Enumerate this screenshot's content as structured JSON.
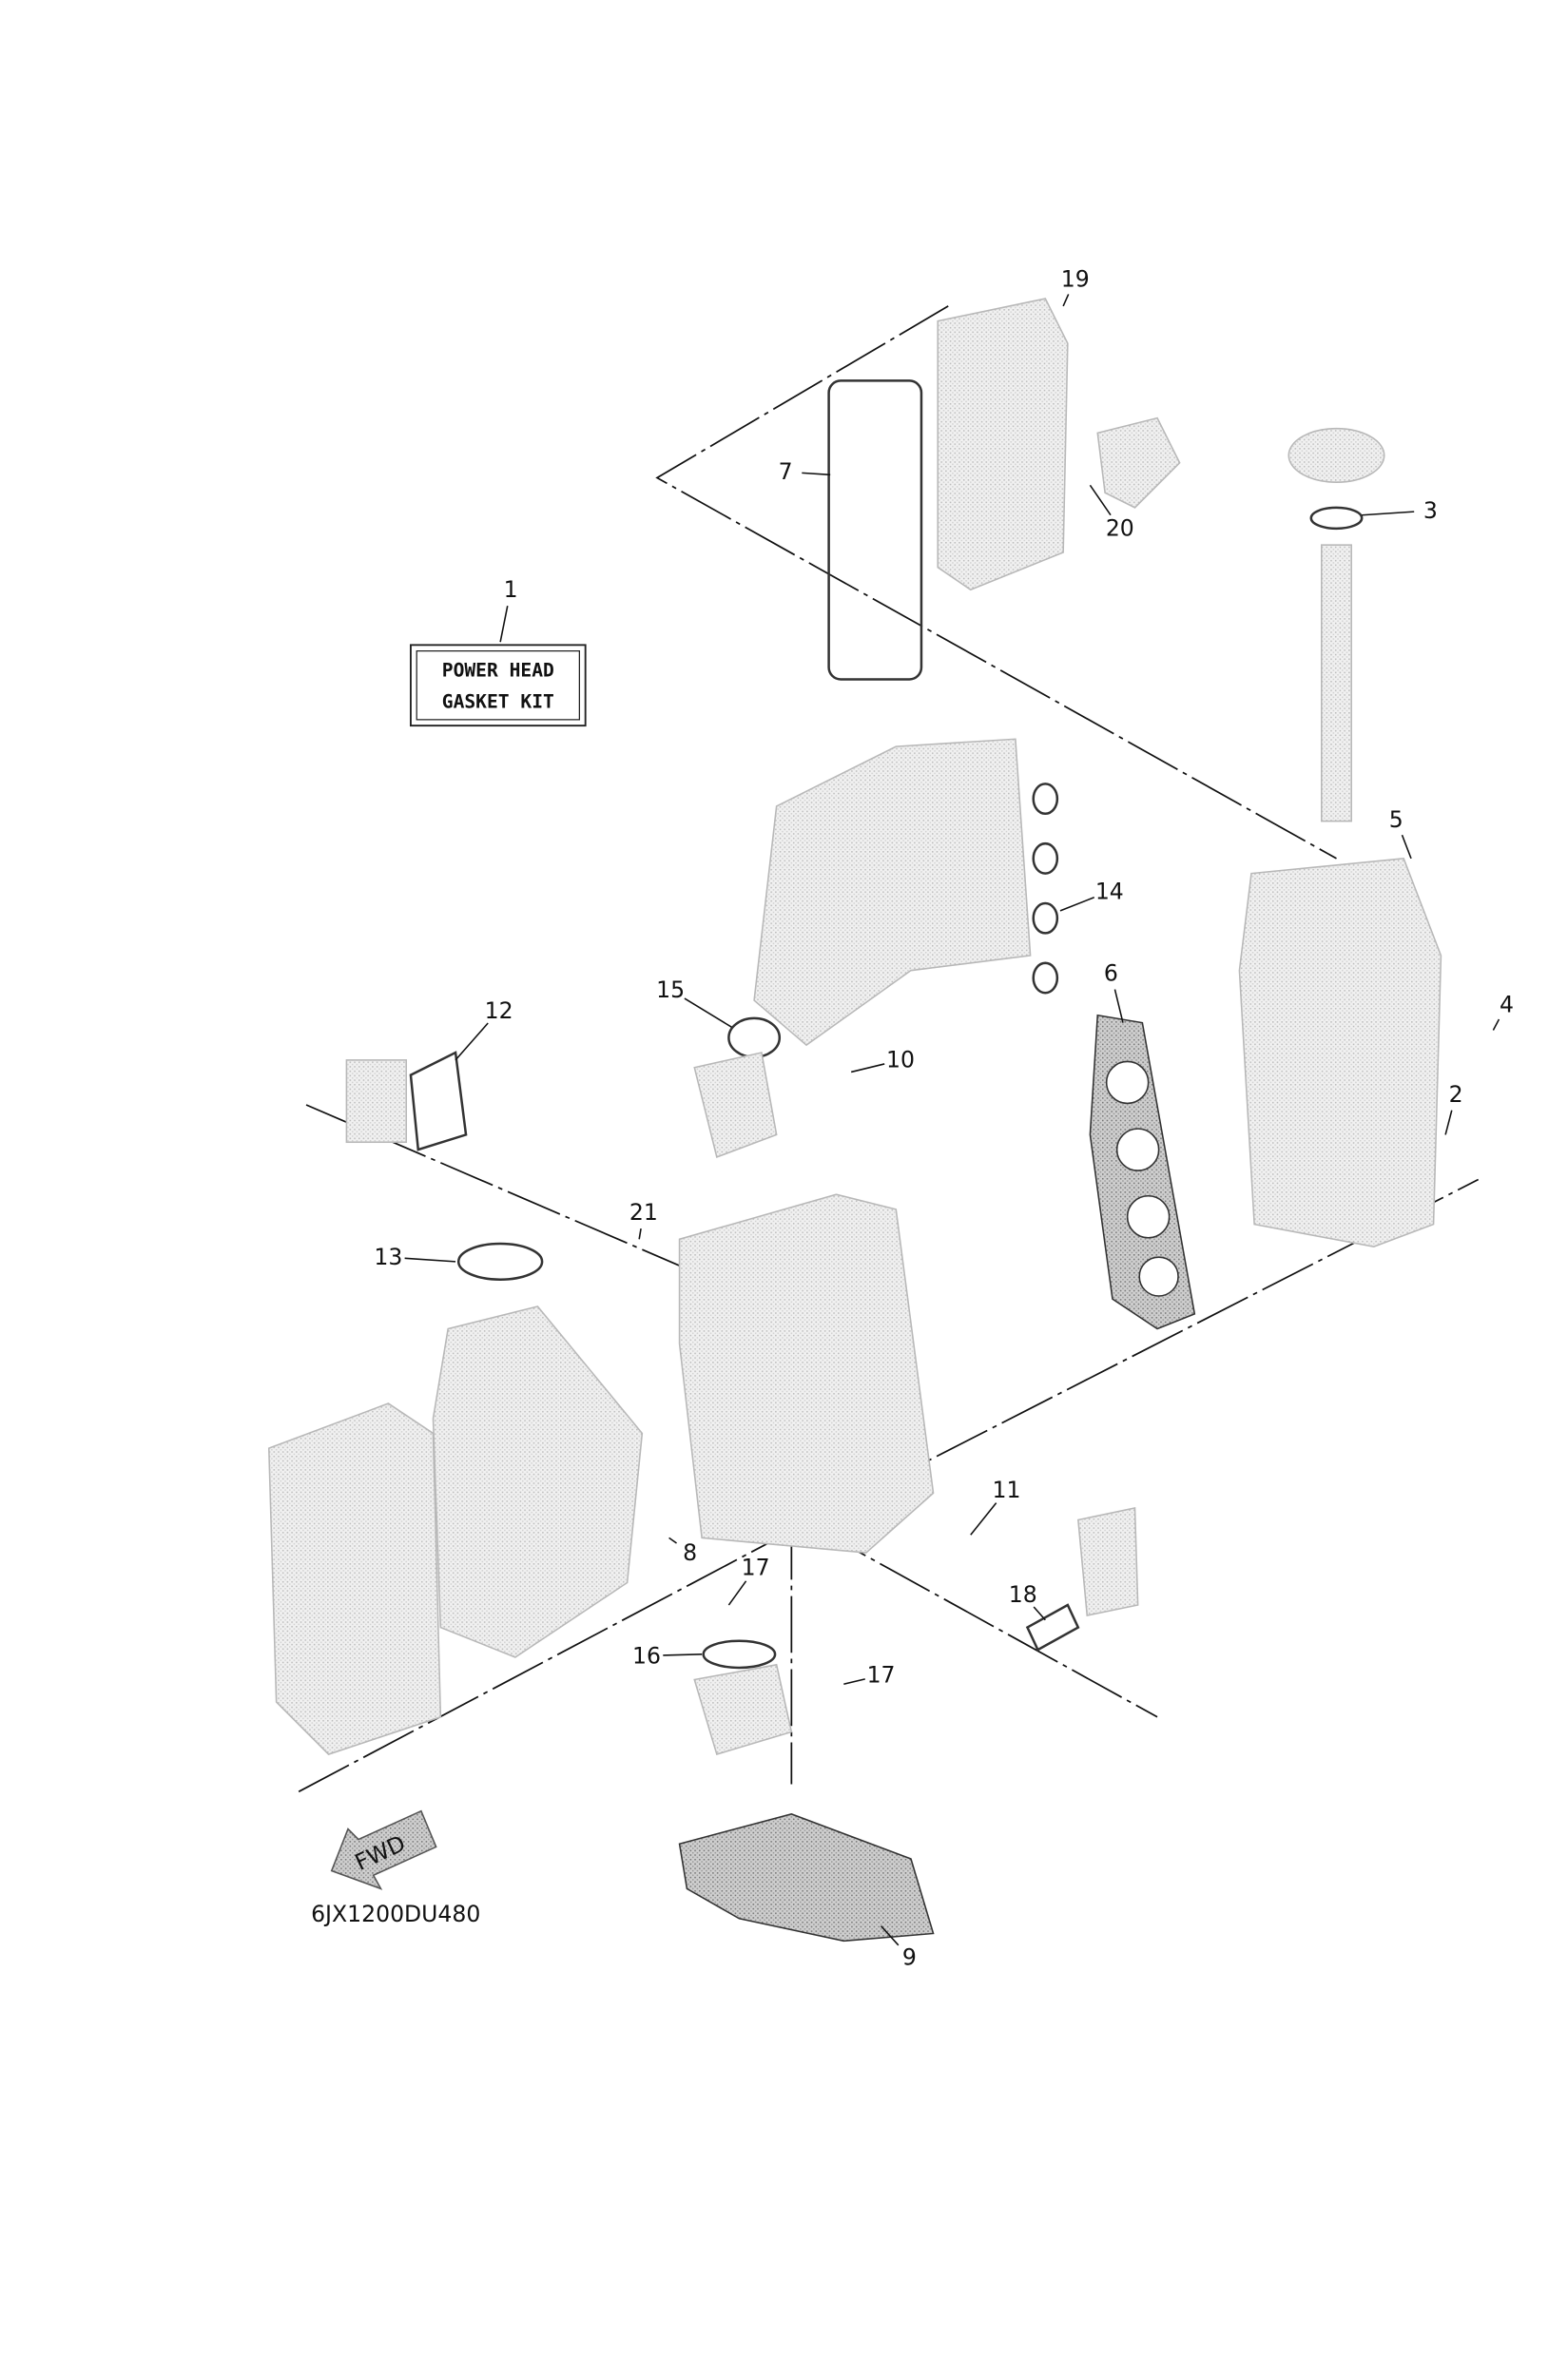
{
  "diagram": {
    "kit_label": {
      "line1": "POWER HEAD",
      "line2": "GASKET KIT"
    },
    "diagram_code": "6JX1200DU480",
    "fwd_label": "FWD",
    "callouts": [
      "1",
      "2",
      "3",
      "4",
      "5",
      "6",
      "7",
      "8",
      "9",
      "10",
      "11",
      "12",
      "13",
      "14",
      "15",
      "16",
      "17",
      "17",
      "18",
      "19",
      "20",
      "21"
    ]
  }
}
